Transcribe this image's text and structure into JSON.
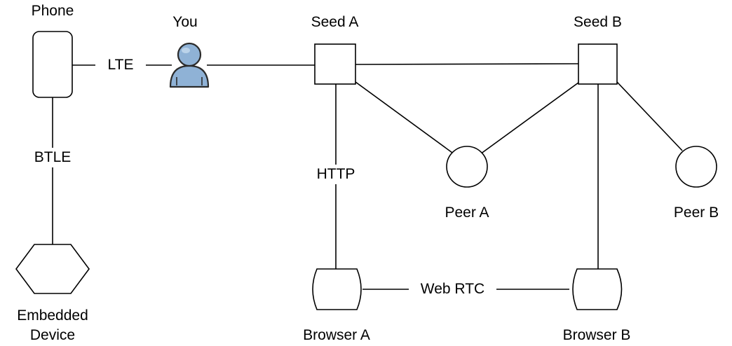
{
  "colors": {
    "stroke": "#000000",
    "background": "#ffffff",
    "person_fill": "#8fb2d6",
    "person_stroke": "#2b2b2b"
  },
  "nodes": {
    "phone": {
      "label": "Phone",
      "shape": "rounded-rectangle"
    },
    "you": {
      "label": "You",
      "shape": "person-icon"
    },
    "seed_a": {
      "label": "Seed A",
      "shape": "square"
    },
    "seed_b": {
      "label": "Seed B",
      "shape": "square"
    },
    "peer_a": {
      "label": "Peer A",
      "shape": "circle"
    },
    "peer_b": {
      "label": "Peer B",
      "shape": "circle"
    },
    "browser_a": {
      "label": "Browser A",
      "shape": "drum"
    },
    "browser_b": {
      "label": "Browser B",
      "shape": "drum"
    },
    "embedded": {
      "label_line1": "Embedded",
      "label_line2": "Device",
      "shape": "hexagon"
    }
  },
  "edges": {
    "phone_you": {
      "label": "LTE"
    },
    "phone_embedded": {
      "label": "BTLE"
    },
    "seed_a_browser_a": {
      "label": "HTTP"
    },
    "browser_a_browser_b": {
      "label": "Web RTC"
    }
  }
}
